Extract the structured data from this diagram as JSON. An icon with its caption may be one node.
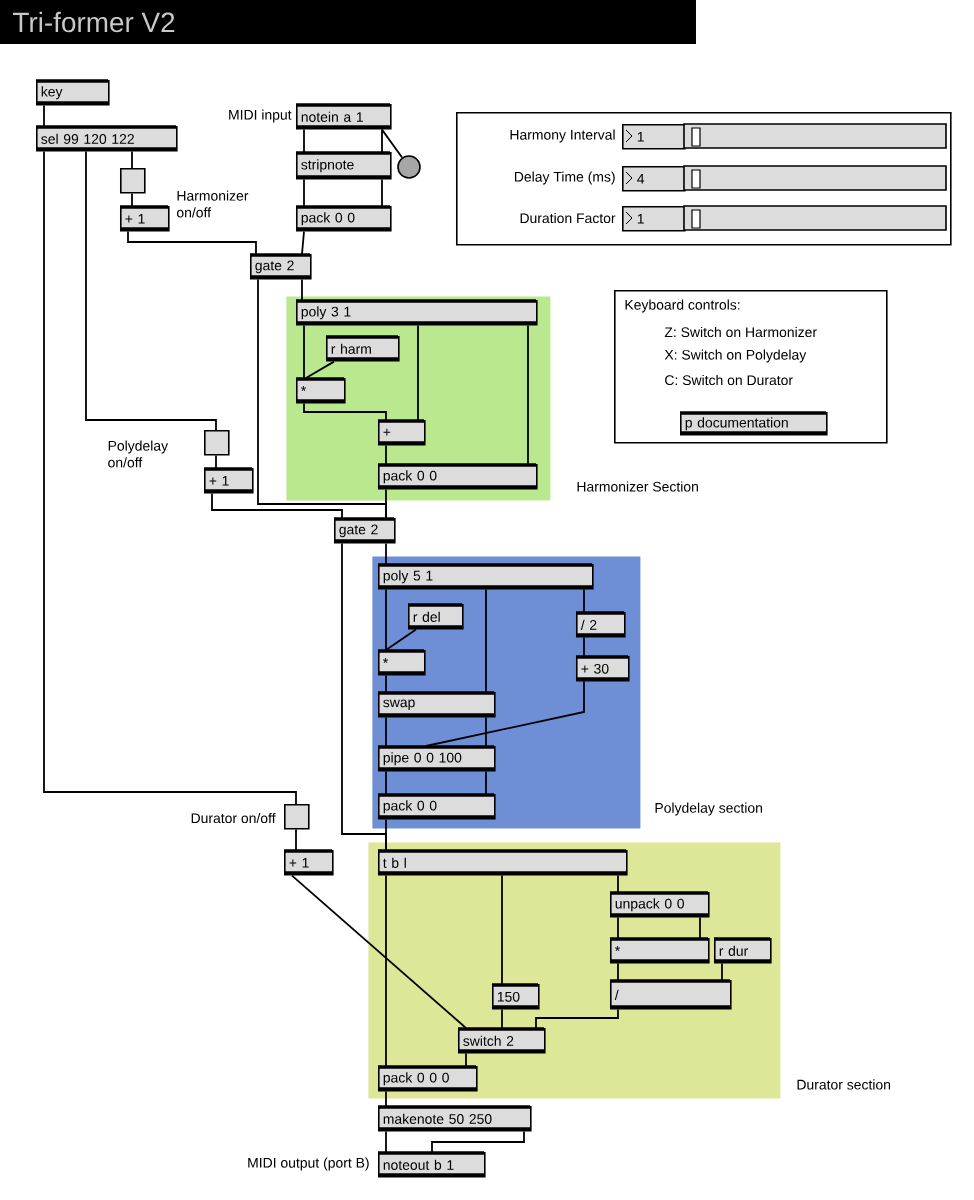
{
  "diagram": {
    "title": "Tri-former V2",
    "nodes": [
      {
        "text": [
          "key"
        ]
      },
      {
        "text": [
          "sel 99 120 122"
        ]
      },
      {
        "text": [],
        "shape": "box"
      },
      {
        "text": [
          "+ 1"
        ]
      },
      {
        "text": [
          "notein a 1"
        ],
        "beside": [
          "MIDI input"
        ]
      },
      {
        "text": [
          "stripnote"
        ]
      },
      {
        "text": [],
        "shape": "circle"
      },
      {
        "text": [
          "pack 0 0"
        ]
      },
      {
        "text": [
          "gate 2"
        ]
      },
      {
        "text": [
          "Harmonizer Section"
        ]
      },
      {
        "text": [
          "poly 3 1"
        ],
        "in": 9
      },
      {
        "text": [
          "r harm"
        ],
        "in": 9
      },
      {
        "text": [
          "*"
        ],
        "in": 9
      },
      {
        "text": [
          "+"
        ],
        "in": 9
      },
      {
        "text": [
          "pack 0 0"
        ],
        "in": 9
      },
      {
        "text": [],
        "shape": "box",
        "beside": [
          "Polydelay on/off"
        ]
      },
      {
        "text": [
          "+ 1"
        ]
      },
      {
        "text": [
          "gate 2"
        ]
      },
      {
        "text": [
          "Polydelay section"
        ]
      },
      {
        "text": [
          "poly 5 1"
        ],
        "in": 18
      },
      {
        "text": [
          "r del"
        ],
        "in": 18
      },
      {
        "text": [
          "*"
        ],
        "in": 18
      },
      {
        "text": [
          "/ 2"
        ],
        "in": 18
      },
      {
        "text": [
          "+ 30"
        ],
        "in": 18
      },
      {
        "text": [
          "swap"
        ],
        "in": 18
      },
      {
        "text": [
          "pipe 0 0 100"
        ],
        "in": 18
      },
      {
        "text": [
          "pack 0 0"
        ],
        "in": 18
      },
      {
        "text": [],
        "shape": "box",
        "beside": [
          "Durator on/off"
        ]
      },
      {
        "text": [
          "+ 1"
        ]
      },
      {
        "text": [
          "Durator section"
        ]
      },
      {
        "text": [
          "t b l"
        ],
        "in": 29
      },
      {
        "text": [
          "unpack 0 0"
        ],
        "in": 29
      },
      {
        "text": [
          "*"
        ],
        "in": 29
      },
      {
        "text": [
          "r dur"
        ],
        "in": 29
      },
      {
        "text": [
          "/"
        ],
        "in": 29
      },
      {
        "text": [
          "150"
        ],
        "in": 29
      },
      {
        "text": [
          "switch 2"
        ],
        "in": 29
      },
      {
        "text": [
          "pack 0 0 0"
        ],
        "in": 29
      },
      {
        "text": [
          "makenote 50 250"
        ]
      },
      {
        "text": [
          "noteout b 1"
        ],
        "beside": [
          "MIDI output (port B)"
        ]
      },
      {
        "text": [],
        "shape": "box"
      },
      {
        "text": [
          "1"
        ],
        "in": 40,
        "beside": [
          "Harmony Interval"
        ]
      },
      {
        "text": [
          "4"
        ],
        "in": 40,
        "beside": [
          "Delay Time (ms)"
        ]
      },
      {
        "text": [
          "1"
        ],
        "in": 40,
        "beside": [
          "Duration Factor"
        ]
      },
      {
        "text": [
          "Keyboard controls:",
          "Z: Switch on Harmonizer",
          "X: Switch on Polydelay",
          "C: Switch on Durator"
        ]
      },
      {
        "text": [
          "p documentation"
        ],
        "in": 44
      }
    ],
    "edges": [
      {
        "from": 0,
        "to": 1,
        "arrow": "none"
      },
      {
        "from": 1,
        "to": 27,
        "arrow": "none"
      },
      {
        "from": 1,
        "to": 15,
        "arrow": "none"
      },
      {
        "from": 1,
        "to": 2,
        "arrow": "none"
      },
      {
        "from": 2,
        "to": 3,
        "arrow": "none"
      },
      {
        "from": 3,
        "to": 8,
        "arrow": "none"
      },
      {
        "from": 4,
        "to": 5,
        "arrow": "none"
      },
      {
        "from": 4,
        "to": 5,
        "arrow": "none"
      },
      {
        "from": 4,
        "to": 6,
        "arrow": "none"
      },
      {
        "from": 5,
        "to": 7,
        "arrow": "none"
      },
      {
        "from": 5,
        "to": 7,
        "arrow": "none"
      },
      {
        "from": 7,
        "to": 8,
        "arrow": "none"
      },
      {
        "from": 8,
        "to": 17,
        "arrow": "none"
      },
      {
        "from": 8,
        "to": 10,
        "arrow": "none"
      },
      {
        "from": 10,
        "to": 12,
        "arrow": "none"
      },
      {
        "from": 10,
        "to": 13,
        "arrow": "none"
      },
      {
        "from": 10,
        "to": 14,
        "arrow": "none"
      },
      {
        "from": 11,
        "to": 12,
        "arrow": "none"
      },
      {
        "from": 12,
        "to": 13,
        "arrow": "none"
      },
      {
        "from": 13,
        "to": 14,
        "arrow": "none"
      },
      {
        "from": 14,
        "to": 17,
        "arrow": "none"
      },
      {
        "from": 15,
        "to": 16,
        "arrow": "none"
      },
      {
        "from": 16,
        "to": 17,
        "arrow": "none"
      },
      {
        "from": 17,
        "to": 30,
        "arrow": "none"
      },
      {
        "from": 17,
        "to": 19,
        "arrow": "none"
      },
      {
        "from": 19,
        "to": 21,
        "arrow": "none"
      },
      {
        "from": 19,
        "to": 24,
        "arrow": "none"
      },
      {
        "from": 19,
        "to": 22,
        "arrow": "none"
      },
      {
        "from": 20,
        "to": 21,
        "arrow": "none"
      },
      {
        "from": 21,
        "to": 24,
        "arrow": "none"
      },
      {
        "from": 22,
        "to": 23,
        "arrow": "none"
      },
      {
        "from": 23,
        "to": 25,
        "arrow": "none"
      },
      {
        "from": 24,
        "to": 25,
        "arrow": "none"
      },
      {
        "from": 24,
        "to": 25,
        "arrow": "none"
      },
      {
        "from": 25,
        "to": 26,
        "arrow": "none"
      },
      {
        "from": 25,
        "to": 26,
        "arrow": "none"
      },
      {
        "from": 26,
        "to": 30,
        "arrow": "none"
      },
      {
        "from": 27,
        "to": 28,
        "arrow": "none"
      },
      {
        "from": 28,
        "to": 36,
        "arrow": "none"
      },
      {
        "from": 30,
        "to": 37,
        "arrow": "none"
      },
      {
        "from": 30,
        "to": 35,
        "arrow": "none"
      },
      {
        "from": 30,
        "to": 31,
        "arrow": "none"
      },
      {
        "from": 31,
        "to": 32,
        "arrow": "none"
      },
      {
        "from": 31,
        "to": 32,
        "arrow": "none"
      },
      {
        "from": 32,
        "to": 34,
        "arrow": "none"
      },
      {
        "from": 33,
        "to": 34,
        "arrow": "none"
      },
      {
        "from": 34,
        "to": 36,
        "arrow": "none"
      },
      {
        "from": 35,
        "to": 36,
        "arrow": "none"
      },
      {
        "from": 36,
        "to": 37,
        "arrow": "none"
      },
      {
        "from": 37,
        "to": 38,
        "arrow": "none"
      },
      {
        "from": 38,
        "to": 39,
        "arrow": "none"
      },
      {
        "from": 38,
        "to": 39,
        "arrow": "none"
      }
    ],
    "labels": [
      "Harmonizer on/off"
    ]
  }
}
